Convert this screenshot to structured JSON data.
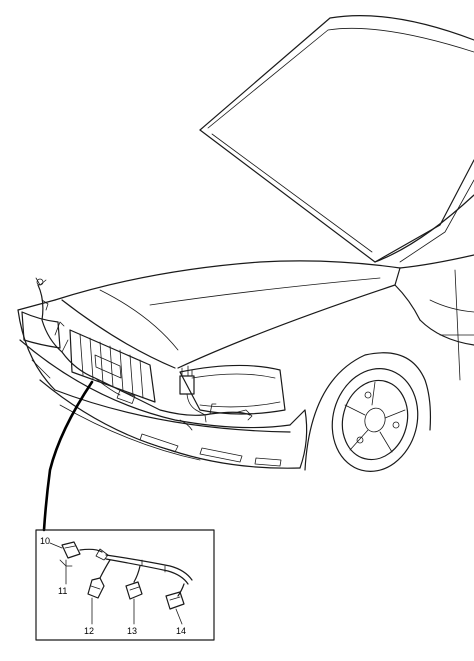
{
  "callouts": [
    {
      "id": "c10",
      "label": "10"
    },
    {
      "id": "c11",
      "label": "11"
    },
    {
      "id": "c12",
      "label": "12"
    },
    {
      "id": "c13",
      "label": "13"
    },
    {
      "id": "c14",
      "label": "14"
    }
  ]
}
